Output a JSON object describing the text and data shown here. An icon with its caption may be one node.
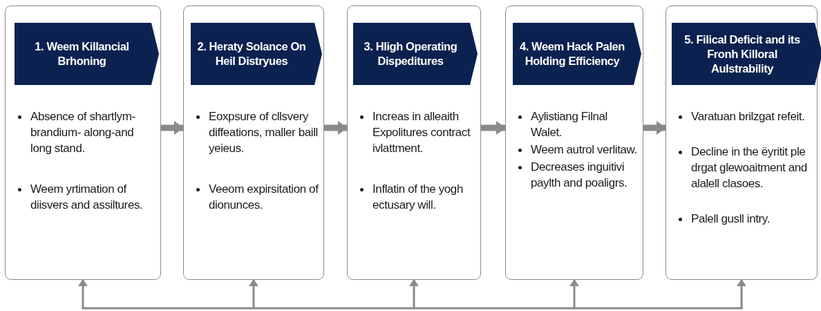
{
  "diagram": {
    "nodes": [
      {
        "text": [
          "1. Weem Killancial Brhoning",
          "Absence of shartlym- brandium- along-and long stand.",
          "Weem yrtimation of diisvers and assiltures."
        ]
      },
      {
        "text": [
          "2. Heraty Solance On Heil Distryues",
          "Eoxpsure of cllsvery diffeations, maller baill yeieus.",
          "Veeom expirsitation of dionunces."
        ]
      },
      {
        "text": [
          "3. Hligh Operating Dispeditures",
          "Increas in alleaith Expolitures contract ivlattment.",
          "Inflatin of the yogh ectusary will."
        ]
      },
      {
        "text": [
          "4. Weem Hack Palen Holding Efficiency",
          "Aylistiang Filnal Walet.",
          "Weem autrol verlitaw.",
          "Decreases inguitivi paylth and poaligrs."
        ]
      },
      {
        "text": [
          "5. Filical Deficit and its Fronh Killoral Aulstrability",
          "Varatuan brilzgat refeit.",
          "Decline in the ëyritit ple drgat glewoaitment and alalell clasoes.",
          "Palell gusll intry."
        ]
      }
    ],
    "edges": [
      {
        "from": 0,
        "to": 1,
        "arrow": "to",
        "style": "thick"
      },
      {
        "from": 1,
        "to": 2,
        "arrow": "to",
        "style": "thick"
      },
      {
        "from": 2,
        "to": 3,
        "arrow": "to",
        "style": "thick"
      },
      {
        "from": 3,
        "to": 4,
        "arrow": "to",
        "style": "thick"
      },
      {
        "from": null,
        "to": 0,
        "arrow": "to"
      },
      {
        "from": null,
        "to": 1,
        "arrow": "to"
      },
      {
        "from": null,
        "to": 2,
        "arrow": "to"
      },
      {
        "from": null,
        "to": 3,
        "arrow": "to"
      },
      {
        "from": null,
        "to": 4,
        "arrow": "to"
      }
    ]
  }
}
